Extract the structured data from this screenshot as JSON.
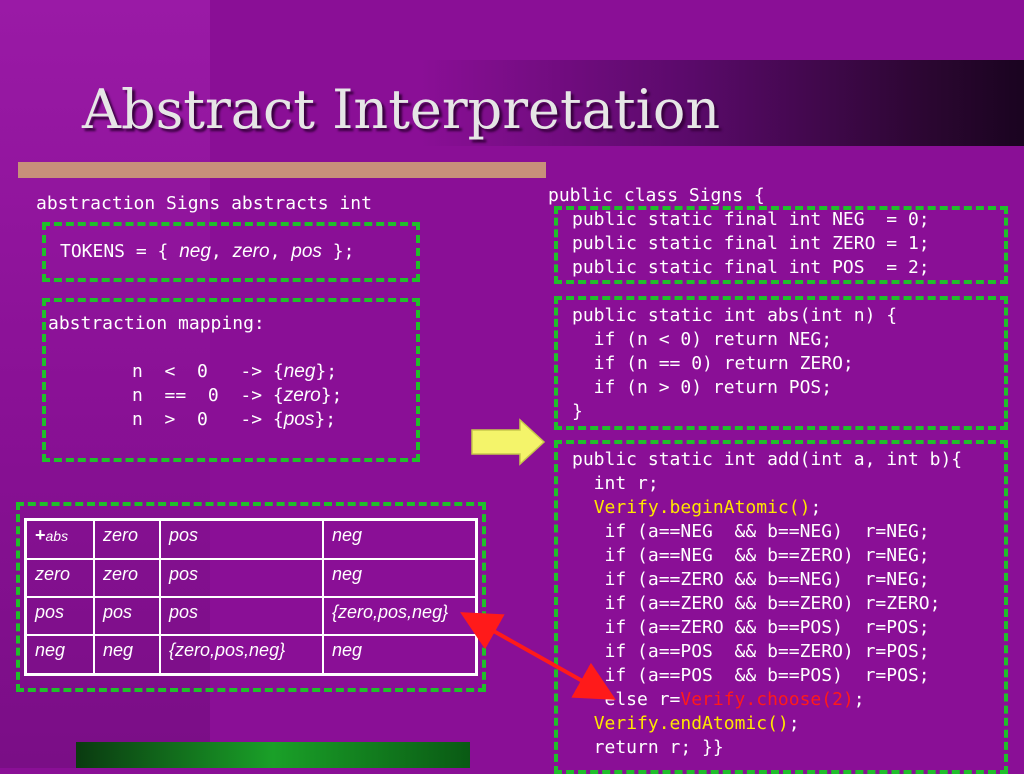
{
  "slide": {
    "title": "Abstract Interpretation"
  },
  "left": {
    "abstraction_header": "abstraction Signs abstracts int",
    "tokens": {
      "prefix": "TOKENS = { ",
      "t1": "neg",
      "sep1": ", ",
      "t2": "zero",
      "sep2": ", ",
      "t3": "pos",
      "suffix": " };"
    },
    "mapping": {
      "title": "abstraction mapping:",
      "rows": [
        {
          "expr": "n  <  0   -> {",
          "val": "neg",
          "end": "};"
        },
        {
          "expr": "n  ==  0  -> {",
          "val": "zero",
          "end": "};"
        },
        {
          "expr": "n  >  0   -> {",
          "val": "pos",
          "end": "};"
        }
      ]
    }
  },
  "table": {
    "header": {
      "plus": "+",
      "sub": "abs",
      "c1": "zero",
      "c2": "pos",
      "c3": "neg"
    },
    "rows": [
      [
        "zero",
        "zero",
        "pos",
        "neg"
      ],
      [
        "pos",
        "pos",
        "pos",
        "{zero,pos,neg}"
      ],
      [
        "neg",
        "neg",
        "{zero,pos,neg}",
        "neg"
      ]
    ]
  },
  "right": {
    "class_header": "public class Signs {",
    "constants": [
      "public static final int NEG  = 0;",
      "public static final int ZERO = 1;",
      "public static final int POS  = 2;"
    ],
    "abs_method": [
      "public static int abs(int n) {",
      "  if (n < 0) return NEG;",
      "  if (n == 0) return ZERO;",
      "  if (n > 0) return POS;",
      "}"
    ],
    "add_method": {
      "header": "public static int add(int a, int b){",
      "decl": "  int r;",
      "begin": "Verify.beginAtomic()",
      "begin_end": ";",
      "ifs": [
        "   if (a==NEG  && b==NEG)  r=NEG;",
        "   if (a==NEG  && b==ZERO) r=NEG;",
        "   if (a==ZERO && b==NEG)  r=NEG;",
        "   if (a==ZERO && b==ZERO) r=ZERO;",
        "   if (a==ZERO && b==POS)  r=POS;",
        "   if (a==POS  && b==ZERO) r=POS;",
        "   if (a==POS  && b==POS)  r=POS;"
      ],
      "else_prefix": "   else r=",
      "choose": "Verify.choose(2)",
      "else_end": ";",
      "end_call": "Verify.endAtomic()",
      "end_call_end": ";",
      "ret": "  return r; }}"
    }
  },
  "colors": {
    "dash": "#1fbf2a",
    "highlight": "#ffe600",
    "choose": "#ff1a1a",
    "arrow": "#f4f46a",
    "background": "#8a0f96"
  }
}
